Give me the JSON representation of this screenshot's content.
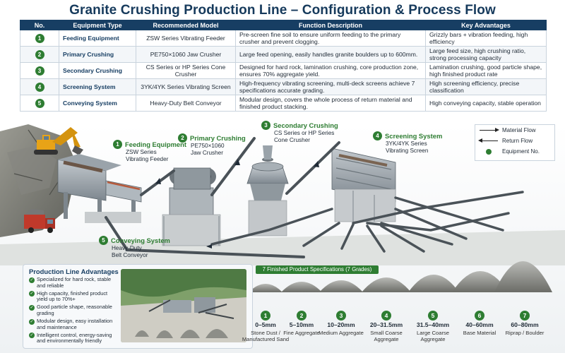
{
  "title": "Granite Crushing Production Line – Configuration & Process Flow",
  "table": {
    "headers": [
      "No.",
      "Equipment Type",
      "Recommended Model",
      "Function Description",
      "Key Advantages"
    ],
    "rows": [
      {
        "no": "1",
        "type": "Feeding Equipment",
        "model": "ZSW Series Vibrating Feeder",
        "function": "Pre-screen fine soil to ensure uniform feeding to the primary crusher and prevent clogging.",
        "advantages": "Grizzly bars + vibration feeding, high efficiency"
      },
      {
        "no": "2",
        "type": "Primary Crushing",
        "model": "PE750×1060 Jaw Crusher",
        "function": "Large feed opening, easily handles granite boulders up to 600mm.",
        "advantages": "Large feed size, high crushing ratio, strong processing capacity"
      },
      {
        "no": "3",
        "type": "Secondary Crushing",
        "model": "CS Series or HP Series Cone Crusher",
        "function": "Designed for hard rock, lamination crushing, core production zone, ensures 70% aggregate yield.",
        "advantages": "Lamination crushing, good particle shape, high finished product rate"
      },
      {
        "no": "4",
        "type": "Screening System",
        "model": "3YK/4YK Series Vibrating Screen",
        "function": "High-frequency vibrating screening, multi-deck screens achieve 7 specifications accurate grading.",
        "advantages": "High screening efficiency, precise classification"
      },
      {
        "no": "5",
        "type": "Conveying System",
        "model": "Heavy-Duty Belt Conveyor",
        "function": "Modular design, covers the whole process of return material and finished product stacking.",
        "advantages": "High conveying capacity, stable operation"
      }
    ]
  },
  "callouts": {
    "c1": {
      "no": "1",
      "title": "Feeding Equipment",
      "lines": [
        "ZSW Series",
        "Vibrating Feeder"
      ]
    },
    "c2": {
      "no": "2",
      "title": "Primary Crushing",
      "lines": [
        "PE750×1060",
        "Jaw Crusher"
      ]
    },
    "c3": {
      "no": "3",
      "title": "Secondary Crushing",
      "lines": [
        "CS Series or HP Series",
        "Cone Crusher"
      ]
    },
    "c4": {
      "no": "4",
      "title": "Screening System",
      "lines": [
        "3YK/4YK Series",
        "Vibrating Screen"
      ]
    },
    "c5": {
      "no": "5",
      "title": "Conveying System",
      "lines": [
        "Heavy-Duty",
        "Belt Conveyor"
      ]
    }
  },
  "legend": {
    "material_flow": "Material Flow",
    "return_flow": "Return Flow",
    "equipment_no": "Equipment No."
  },
  "advantages": {
    "title": "Production Line Advantages",
    "items": [
      "Specialized for hard rock, stable and reliable",
      "High capacity, finished product yield up to 70%+",
      "Good particle shape, reasonable grading",
      "Modular design, easy installation and maintenance",
      "Intelligent control, energy-saving and environmentally friendly"
    ]
  },
  "specs": {
    "banner": "7 Finished Product Specifications (7 Grades)",
    "items": [
      {
        "no": "1",
        "size": "0–5mm",
        "name": "Stone Dust / Manufactured Sand"
      },
      {
        "no": "2",
        "size": "5–10mm",
        "name": "Fine Aggregate"
      },
      {
        "no": "3",
        "size": "10–20mm",
        "name": "Medium Aggregate"
      },
      {
        "no": "4",
        "size": "20–31.5mm",
        "name": "Small Coarse Aggregate"
      },
      {
        "no": "5",
        "size": "31.5–40mm",
        "name": "Large Coarse Aggregate"
      },
      {
        "no": "6",
        "size": "40–60mm",
        "name": "Base Material"
      },
      {
        "no": "7",
        "size": "60–80mm",
        "name": "Riprap / Boulder"
      }
    ]
  },
  "colors": {
    "header_navy": "#173e63",
    "equipment_green": "#2e7d32",
    "steel_gray": "#8d969e",
    "excavator_yellow": "#e8a317",
    "truck_red": "#c0392b"
  }
}
